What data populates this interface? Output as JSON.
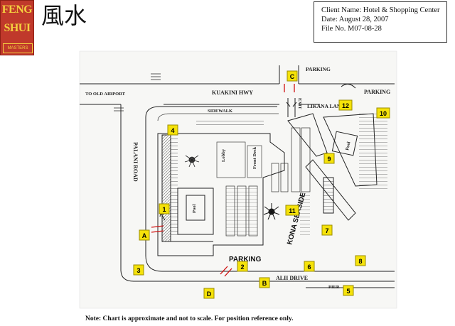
{
  "logo": {
    "line1": "FENG",
    "line2": "SHUI",
    "line3": "MASTERS"
  },
  "calligraphy": "風水",
  "info": {
    "client_line": "Client Name:   Hotel & Shopping Center",
    "date_line": "Date:   August 28, 2007",
    "file_line": "File No. M07-08-28"
  },
  "map": {
    "parking_top": "PARKING",
    "parking_right": "PARKING",
    "to_old_airport": "TO OLD AIRPORT",
    "kuakini_hwy": "KUAKINI HWY",
    "sidewalk": "SIDEWALK",
    "likana_lane": "LIKANA LANE",
    "palani_road": "PALANI ROAD",
    "lobby": "Lobby",
    "front_desk": "Front Desk",
    "pool_left": "Pool",
    "pool_right": "Pool",
    "parking_main": "PARKING",
    "alii_drive": "ALII DRIVE",
    "pier": "PIER",
    "kona_seaside": "KONA SEASIDE",
    "exit": "EXIT"
  },
  "markers": {
    "m1": "1",
    "m2": "2",
    "m3": "3",
    "m4": "4",
    "m5": "5",
    "m6": "6",
    "m7": "7",
    "m8": "8",
    "m9": "9",
    "m10": "10",
    "m11": "11",
    "m12": "12",
    "mA": "A",
    "mB": "B",
    "mC": "C",
    "mD": "D"
  },
  "note": "Note:   Chart is approximate and not to scale.  For position reference only.",
  "colors": {
    "marker_fill": "#f5e20a",
    "marker_stroke": "#9a8c00",
    "logo_red": "#c0392b",
    "logo_gold": "#f4d03f",
    "gate_red": "#d01010"
  }
}
